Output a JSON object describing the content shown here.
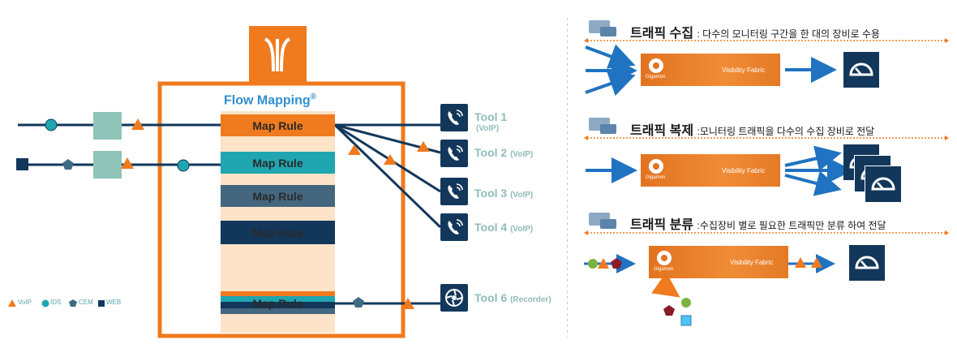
{
  "left": {
    "flow_mapping_title": "Flow Mapping",
    "flow_mapping_reg": "®",
    "map_rules": [
      "Map Rule",
      "Map Rule",
      "Map Rule",
      "Map Rule",
      "Map Rule"
    ],
    "tools": [
      {
        "name": "Tool 1",
        "sub": "(VoIP)"
      },
      {
        "name": "Tool 2",
        "sub": "(VoIP)"
      },
      {
        "name": "Tool 3",
        "sub": "(VoIP)"
      },
      {
        "name": "Tool 4",
        "sub": "(VoIP)"
      },
      {
        "name": "Tool 6",
        "sub": "(Recorder)"
      }
    ],
    "legend": [
      "VoIP",
      "IDS",
      "CEM",
      "WEB"
    ]
  },
  "right": {
    "sections": [
      {
        "title": "트래픽 수집",
        "desc": ": 다수의 모니터링 구간을 한 대의 장비로 수용"
      },
      {
        "title": "트래픽 복제",
        "desc": ":모니터링 트래픽을 다수의 수집 장비로 전달"
      },
      {
        "title": "트래픽 분류",
        "desc": ":수집장비 별로 필요한 트래픽만 분류 하여 전달"
      }
    ],
    "fabric_label": "Visibility Fabric",
    "fabric_brand": "Gigamon"
  },
  "colors": {
    "orange": "#f07a1e",
    "navy": "#12375b",
    "teal": "#1fa6b0",
    "teal_light": "#8fbdb8",
    "peach": "#fde3c8"
  }
}
